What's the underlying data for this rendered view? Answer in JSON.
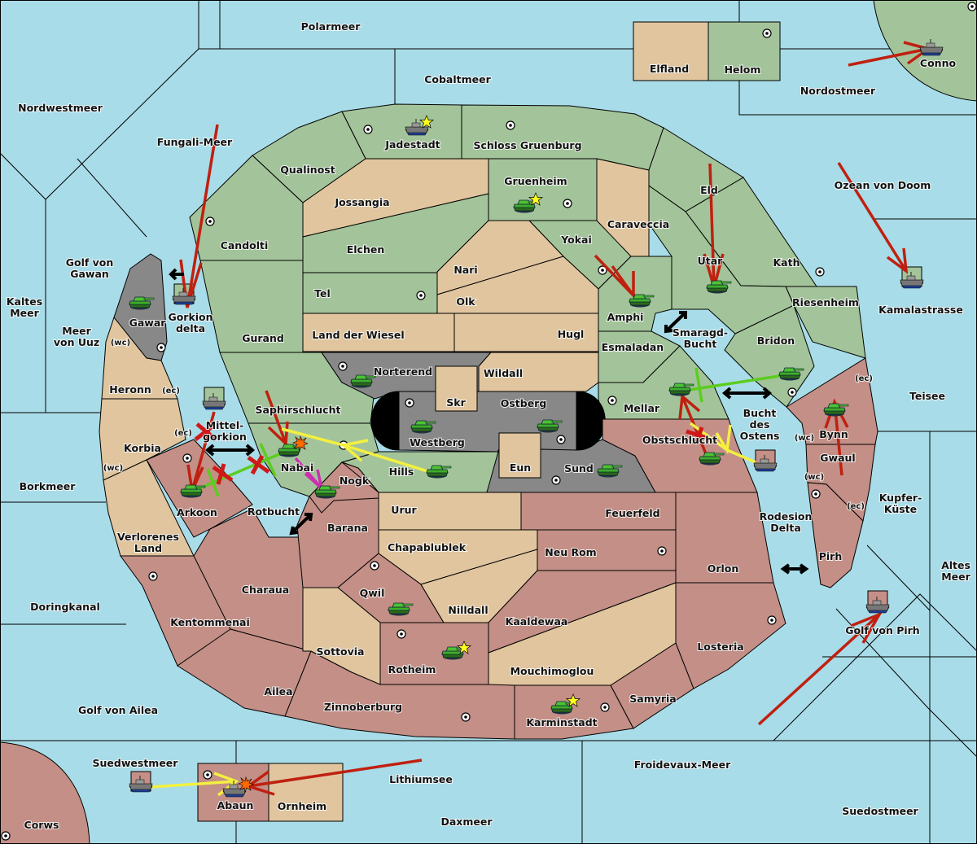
{
  "map": {
    "colors": {
      "sea": "#a8dce8",
      "green_power": "#a3c49a",
      "neutral": "#e0c59e",
      "red_power": "#c38f86",
      "gray_power": "#888888",
      "impassable": "#000000",
      "order_move": "#c02010",
      "order_support": "#f4f040",
      "order_convoy": "#5ccc20",
      "order_retreat": "#cc30b0"
    },
    "seas": {
      "polarmeer": "Polarmeer",
      "cobaltmeer": "Cobaltmeer",
      "nordwestmeer": "Nordwestmeer",
      "fungali": "Fungali-Meer",
      "nordostmeer": "Nordostmeer",
      "ozean": "Ozean von Doom",
      "golf_gawan_1": "Golf von",
      "golf_gawan_2": "Gawan",
      "kaltes_1": "Kaltes",
      "kaltes_2": "Meer",
      "uuz_1": "Meer",
      "uuz_2": "von Uuz",
      "gorkion_1": "Gorkion",
      "gorkion_2": "delta",
      "mittel_1": "Mittel-",
      "mittel_2": "gorkion",
      "borkmeer": "Borkmeer",
      "rotbucht": "Rotbucht",
      "doringkanal": "Doringkanal",
      "golf_ailea": "Golf von Ailea",
      "suedwestmeer": "Suedwestmeer",
      "lithiumsee": "Lithiumsee",
      "daxmeer": "Daxmeer",
      "froidevaux": "Froidevaux-Meer",
      "suedostmeer": "Suedostmeer",
      "golf_pirh": "Golf von Pirh",
      "altes_1": "Altes",
      "altes_2": "Meer",
      "kupfer_1": "Kupfer-",
      "kupfer_2": "Küste",
      "teisee": "Teisee",
      "kamala": "Kamalastrasse",
      "smaragd_1": "Smaragd-",
      "smaragd_2": "Bucht",
      "bucht_1": "Bucht",
      "bucht_2": "des",
      "bucht_3": "Ostens",
      "rodesion_1": "Rodesion",
      "rodesion_2": "Delta"
    },
    "lands": {
      "elfland": "Elfland",
      "helom": "Helom",
      "conno": "Conno",
      "jadestadt": "Jadestadt",
      "schloss": "Schloss Gruenburg",
      "qualinost": "Qualinost",
      "jossangia": "Jossangia",
      "gruenheim": "Gruenheim",
      "caraveccia": "Caraveccia",
      "eld": "Eld",
      "candolti": "Candolti",
      "elchen": "Elchen",
      "yokai": "Yokai",
      "nari": "Nari",
      "utar": "Utar",
      "kath": "Kath",
      "tel": "Tel",
      "olk": "Olk",
      "amphi": "Amphi",
      "riesenheim": "Riesenheim",
      "gurand": "Gurand",
      "wiesel": "Land der Wiesel",
      "hugl": "Hugl",
      "esmaladan": "Esmaladan",
      "bridon": "Bridon",
      "gawar": "Gawar",
      "norterend": "Norterend",
      "wildall": "Wildall",
      "skr": "Skr",
      "ostberg": "Ostberg",
      "westberg": "Westberg",
      "mellar": "Mellar",
      "heronn": "Heronn",
      "saphir": "Saphirschlucht",
      "obst": "Obstschlucht",
      "bynn": "Bynn",
      "korbia": "Korbia",
      "nabai": "Nabai",
      "hills": "Hills",
      "eun": "Eun",
      "sund": "Sund",
      "gwaul": "Gwaul",
      "arkoon": "Arkoon",
      "nogk": "Nogk",
      "urur": "Urur",
      "feuerfeld": "Feuerfeld",
      "verlorenes_1": "Verlorenes",
      "verlorenes_2": "Land",
      "barana": "Barana",
      "chapa": "Chapablublek",
      "neurom": "Neu Rom",
      "orlon": "Orlon",
      "pirh": "Pirh",
      "charaua": "Charaua",
      "qwil": "Qwil",
      "nilldall": "Nilldall",
      "kentommenai": "Kentommenai",
      "kaaldewaa": "Kaaldewaa",
      "sottovia": "Sottovia",
      "rotheim": "Rotheim",
      "losteria": "Losteria",
      "mouchi": "Mouchimoglou",
      "ailea": "Ailea",
      "samyria": "Samyria",
      "zinnoberburg": "Zinnoberburg",
      "karminstadt": "Karminstadt",
      "abaun": "Abaun",
      "ornheim": "Ornheim",
      "corws": "Corws"
    },
    "coast_tags": {
      "wc": "(wc)",
      "ec": "(ec)"
    }
  }
}
